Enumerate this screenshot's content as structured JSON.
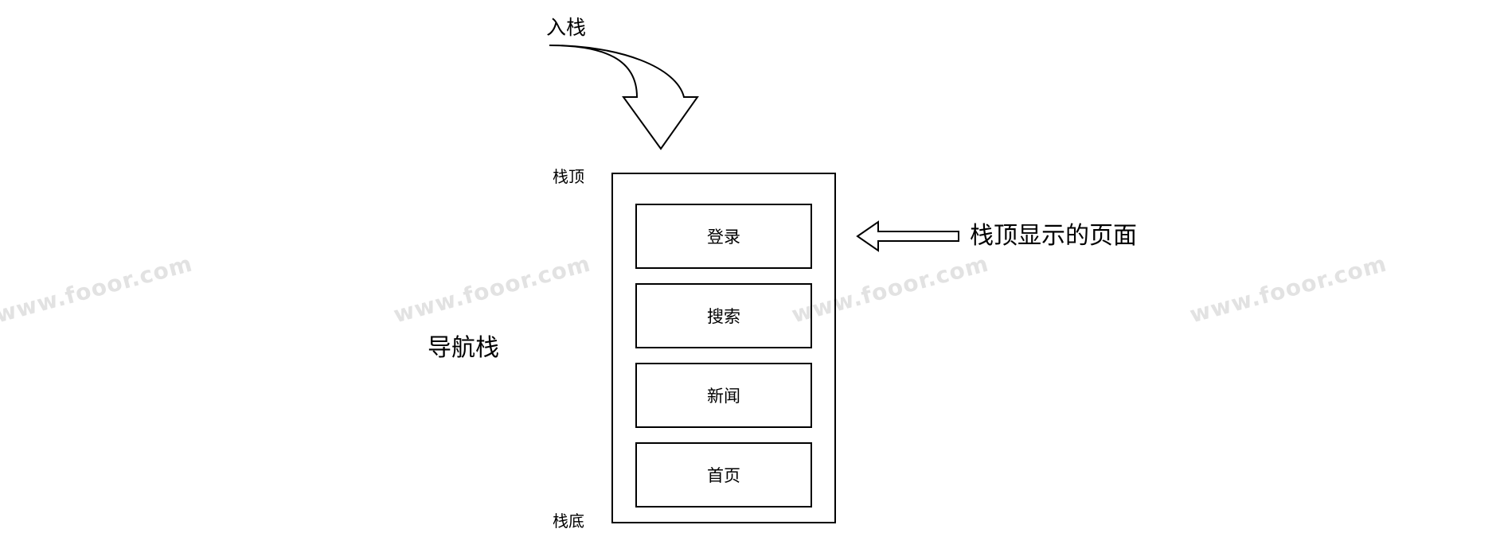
{
  "labels": {
    "push": "入栈",
    "stack_top": "栈顶",
    "stack_bottom": "栈底",
    "nav_stack": "导航栈",
    "top_page_shown": "栈顶显示的页面"
  },
  "stack_items": [
    "登录",
    "搜索",
    "新闻",
    "首页"
  ],
  "watermark": "www.fooor.com"
}
